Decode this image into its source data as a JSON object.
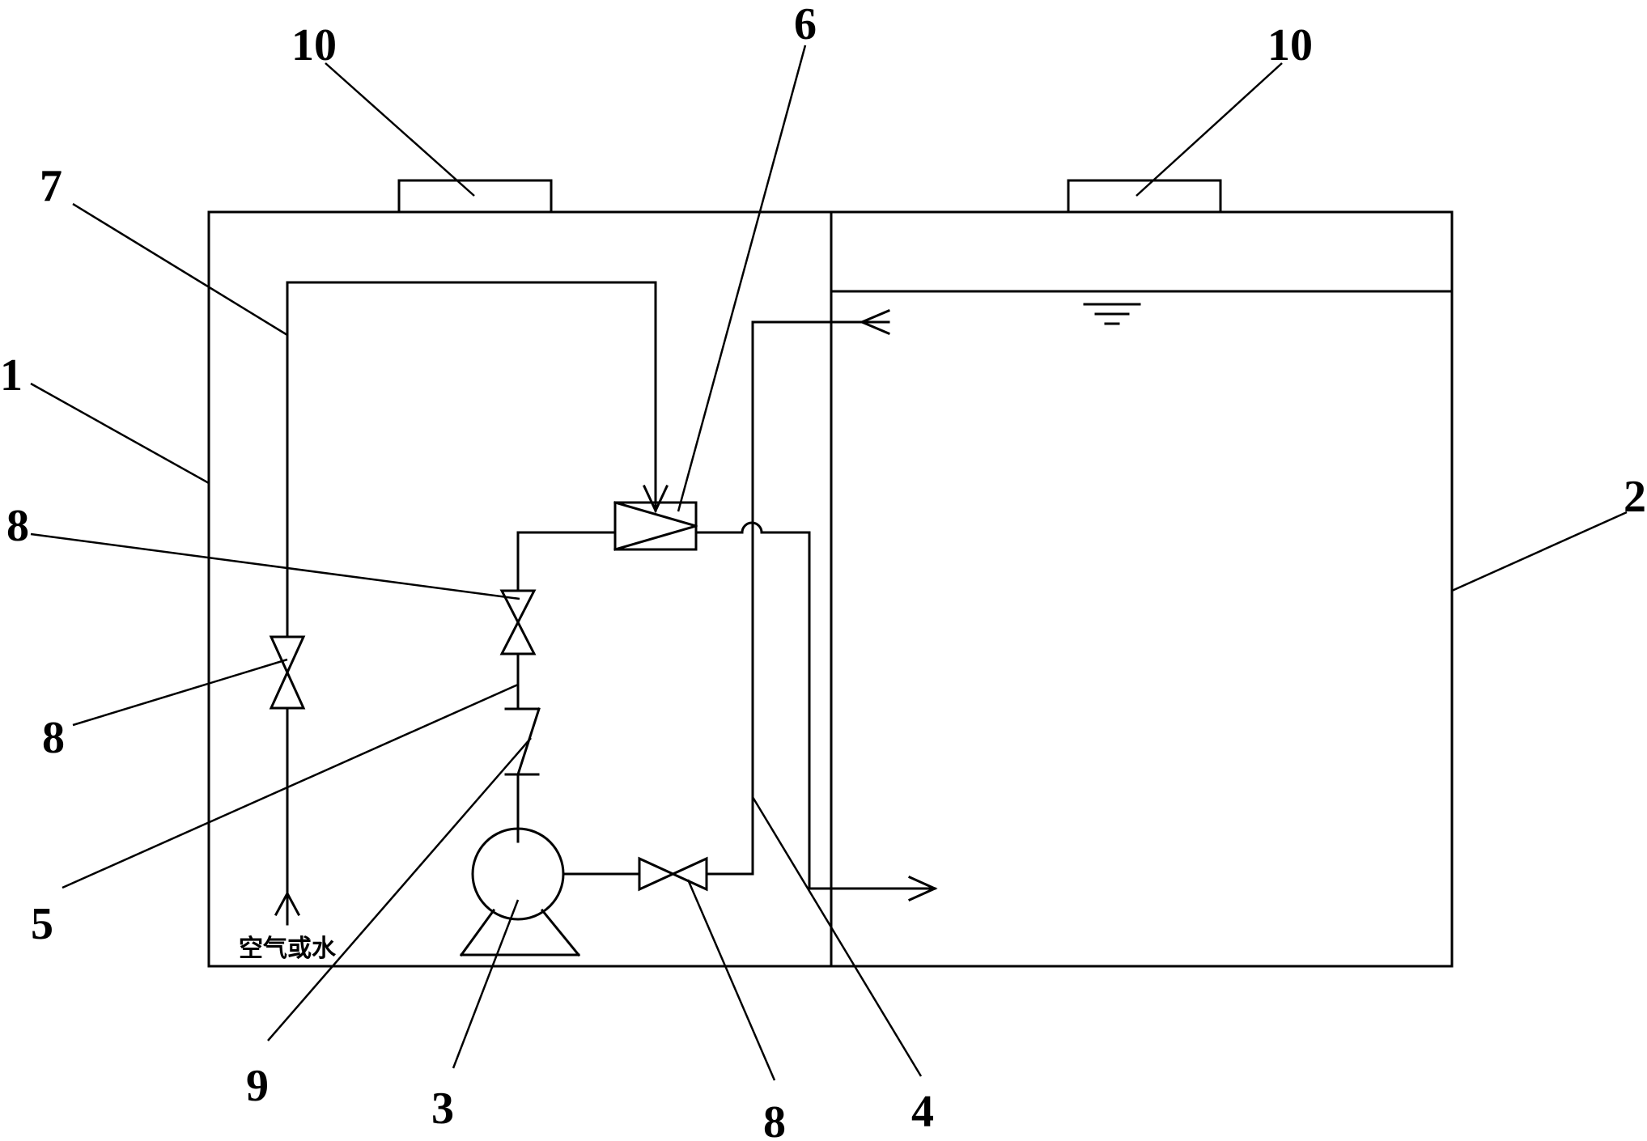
{
  "diagram": {
    "labels": {
      "reservoir_left": "1",
      "tank_right": "2",
      "pump": "3",
      "return_pipe": "4",
      "check_valve_pipe": "5",
      "ejector": "6",
      "inlet_pipe": "7",
      "valve": "8",
      "check_valve": "9",
      "lid": "10"
    },
    "inlet_caption": "空气或水",
    "colors": {
      "line": "#000000",
      "background": "#ffffff"
    }
  }
}
